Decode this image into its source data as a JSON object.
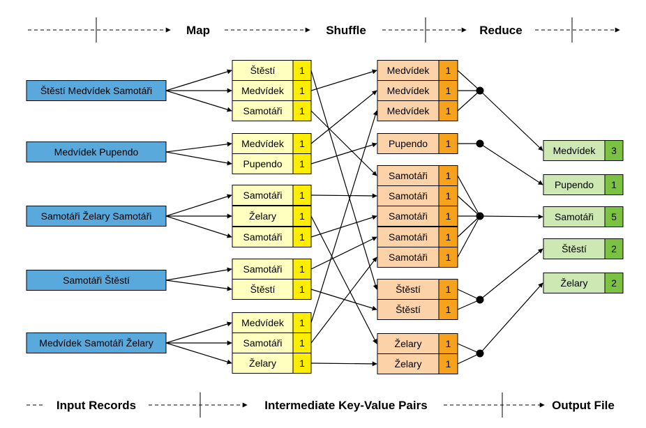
{
  "stages": {
    "map": "Map",
    "shuffle": "Shuffle",
    "reduce": "Reduce"
  },
  "phases": {
    "input": "Input Records",
    "intermediate": "Intermediate Key-Value Pairs",
    "output": "Output File"
  },
  "inputs": [
    "Štěstí Medvídek Samotáři",
    "Medvídek Pupendo",
    "Samotáři Želary Samotáři",
    "Samotáři Štěstí",
    "Medvídek Samotáři Želary"
  ],
  "map_pairs": [
    {
      "key": "Štěstí",
      "value": "1"
    },
    {
      "key": "Medvídek",
      "value": "1"
    },
    {
      "key": "Samotáři",
      "value": "1"
    },
    {
      "key": "Medvídek",
      "value": "1"
    },
    {
      "key": "Pupendo",
      "value": "1"
    },
    {
      "key": "Samotáři",
      "value": "1"
    },
    {
      "key": "Želary",
      "value": "1"
    },
    {
      "key": "Samotáři",
      "value": "1"
    },
    {
      "key": "Samotáři",
      "value": "1"
    },
    {
      "key": "Štěstí",
      "value": "1"
    },
    {
      "key": "Medvídek",
      "value": "1"
    },
    {
      "key": "Samotáři",
      "value": "1"
    },
    {
      "key": "Želary",
      "value": "1"
    }
  ],
  "shuffle_pairs": [
    {
      "key": "Medvídek",
      "value": "1"
    },
    {
      "key": "Medvídek",
      "value": "1"
    },
    {
      "key": "Medvídek",
      "value": "1"
    },
    {
      "key": "Pupendo",
      "value": "1"
    },
    {
      "key": "Samotáři",
      "value": "1"
    },
    {
      "key": "Samotáři",
      "value": "1"
    },
    {
      "key": "Samotáři",
      "value": "1"
    },
    {
      "key": "Samotáři",
      "value": "1"
    },
    {
      "key": "Samotáři",
      "value": "1"
    },
    {
      "key": "Štěstí",
      "value": "1"
    },
    {
      "key": "Štěstí",
      "value": "1"
    },
    {
      "key": "Želary",
      "value": "1"
    },
    {
      "key": "Želary",
      "value": "1"
    }
  ],
  "outputs": [
    {
      "key": "Medvídek",
      "value": "3"
    },
    {
      "key": "Pupendo",
      "value": "1"
    },
    {
      "key": "Samotáři",
      "value": "5"
    },
    {
      "key": "Štěstí",
      "value": "2"
    },
    {
      "key": "Želary",
      "value": "2"
    }
  ],
  "colors": {
    "input_fill": "#5aa9dd",
    "map_key_fill": "#ffffc0",
    "map_value_fill": "#ffee00",
    "shuffle_key_fill": "#fcd2a8",
    "shuffle_value_fill": "#f7a21c",
    "output_key_fill": "#cde8b3",
    "output_value_fill": "#7cc242",
    "stroke": "#000000"
  }
}
